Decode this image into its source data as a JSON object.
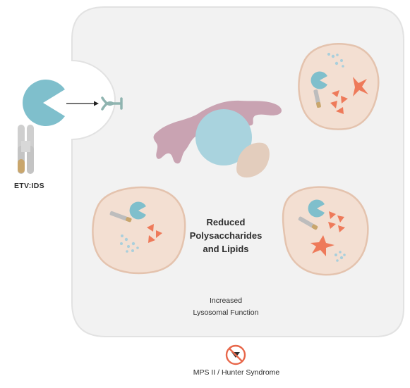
{
  "labels": {
    "etv_ids": "ETV:IDS",
    "reduced": [
      "Reduced",
      "Polysaccharides",
      "and Lipids"
    ],
    "increased": [
      "Increased",
      "Lysosomal Function"
    ],
    "mps": "MPS II / Hunter Syndrome"
  },
  "colors": {
    "cell_fill": "#f2f2f2",
    "cell_border": "#e2e2e2",
    "enzyme": "#7fbfcc",
    "receptor": "#8fb4b0",
    "golgi": "#c9a3b2",
    "nucleus": "#a9d3de",
    "mitochondrion": "#e3cdbd",
    "lysosome_fill": "#f3dfd2",
    "lysosome_border": "#e4c3ae",
    "polysaccharide": "#ee7a5a",
    "lipid_dots": "#a9cfdc",
    "antibody_gray": "#c7c7c7",
    "antibody_gold": "#c9a66c",
    "prohibition": "#e8674a"
  },
  "icons": [
    "enzyme-pacman-icon",
    "receptor-icon",
    "antibody-icon",
    "golgi-icon",
    "nucleus-icon",
    "mitochondrion-icon",
    "lysosome-icon",
    "prohibition-icon"
  ]
}
